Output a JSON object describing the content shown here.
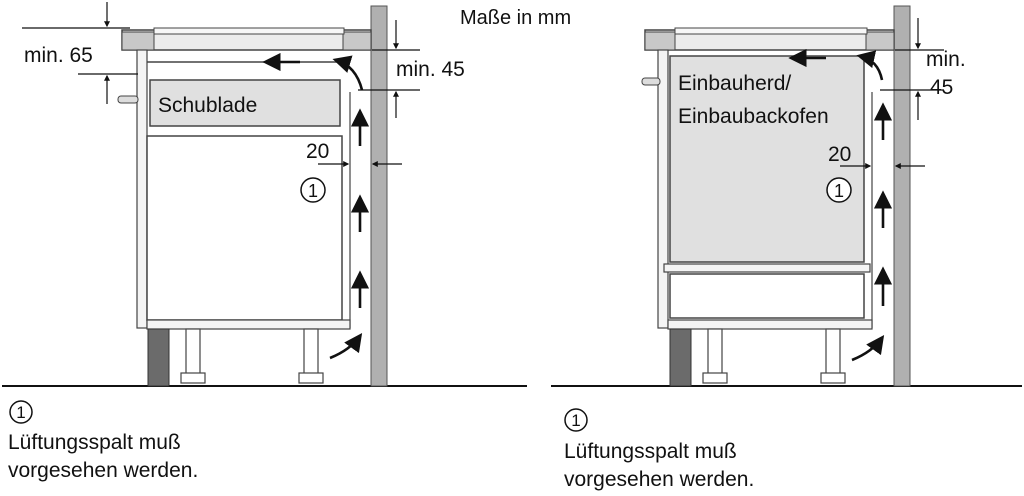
{
  "header": {
    "units": "Maße in mm"
  },
  "left": {
    "drawer_label": "Schublade",
    "dim_top": "min. 65",
    "dim_right": "min. 45",
    "gap": "20",
    "marker": "1"
  },
  "right": {
    "oven_label_line1": "Einbauherd/",
    "oven_label_line2": "Einbaubackofen",
    "dim_right_line1": "min.",
    "dim_right_line2": "45",
    "gap": "20",
    "marker": "1"
  },
  "captions": {
    "left": {
      "marker": "1",
      "line1": "Lüftungsspalt muß",
      "line2": "vorgesehen werden."
    },
    "right": {
      "marker": "1",
      "line1": "Lüftungsspalt muß",
      "line2": "vorgesehen werden."
    }
  },
  "colors": {
    "wall": "#b0b0b0",
    "cabinet_panel": "#e0e0e0",
    "worktop": "#c8c8c8",
    "plinth": "#6b6b6b"
  }
}
